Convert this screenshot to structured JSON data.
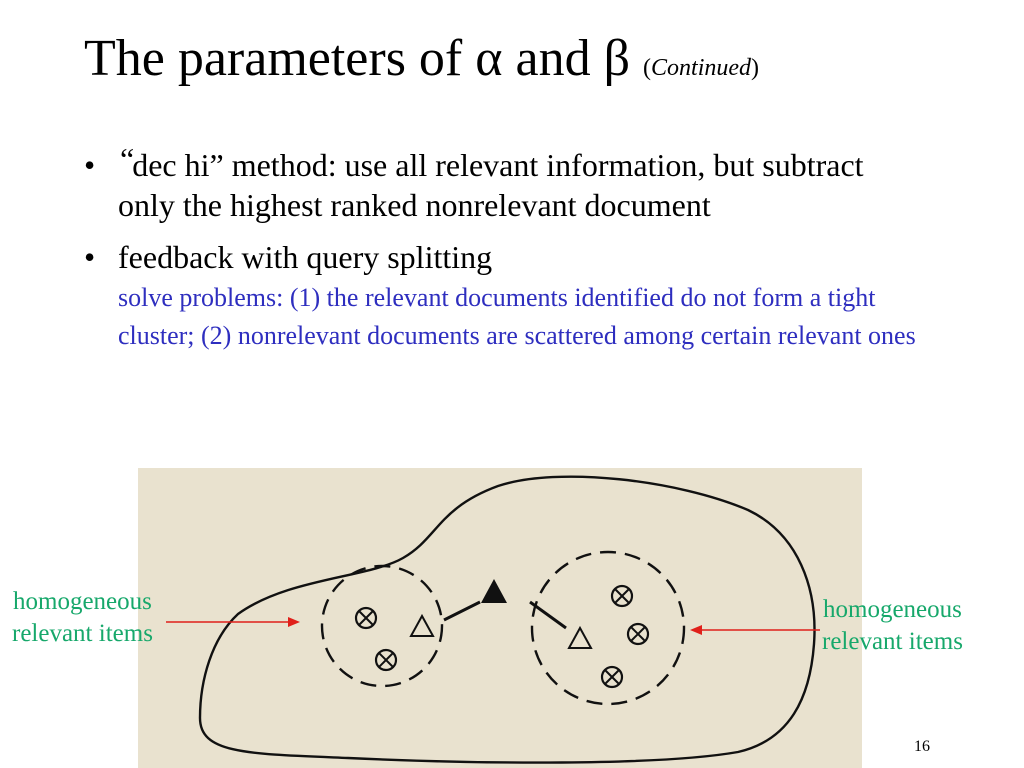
{
  "slide": {
    "title_main": "The parameters of α and β",
    "title_paren_open": "(",
    "title_continued": "Continued",
    "title_paren_close": ")",
    "page_number": "16"
  },
  "bullets": [
    {
      "marker": "•",
      "quote_open": "“",
      "text": "dec hi” method: use all relevant information, but subtract only the highest ranked nonrelevant document"
    },
    {
      "marker": "•",
      "text": "feedback with query splitting",
      "note": "solve problems: (1) the relevant documents identified do not form a tight cluster; (2) nonrelevant documents are scattered among certain relevant ones"
    }
  ],
  "labels": {
    "left_line1": "homogeneous",
    "left_line2": "relevant items",
    "right_line1": "homogeneous",
    "right_line2": "relevant items"
  },
  "colors": {
    "accent_blue": "#2e2ebf",
    "label_green": "#17a86b",
    "arrow_red": "#e0201a",
    "figure_bg": "#e9e2cf"
  },
  "icons": {
    "relevant_item": "circle-x-icon",
    "query": "triangle-icon",
    "modified_query": "filled-triangle-icon"
  }
}
